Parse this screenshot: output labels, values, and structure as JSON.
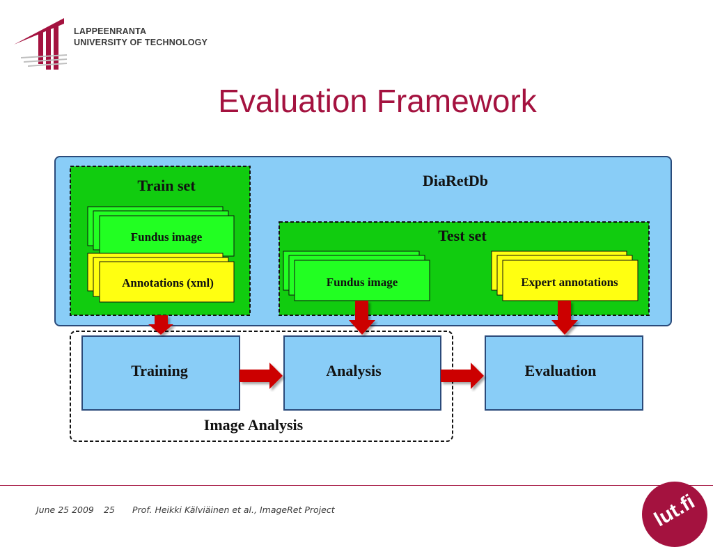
{
  "logo": {
    "line1": "LAPPEENRANTA",
    "line2": "UNIVERSITY OF TECHNOLOGY",
    "brand_color": "#a4123f"
  },
  "slide": {
    "title": "Evaluation Framework"
  },
  "diagram": {
    "database_label": "DiaRetDb",
    "train_set": {
      "title": "Train set",
      "fundus_label": "Fundus image",
      "annotations_label": "Annotations (xml)"
    },
    "test_set": {
      "title": "Test set",
      "fundus_label": "Fundus image",
      "expert_label": "Expert annotations"
    },
    "stages": {
      "training": "Training",
      "analysis": "Analysis",
      "evaluation": "Evaluation"
    },
    "image_analysis_label": "Image Analysis",
    "colors": {
      "database_bg": "#89cdf7",
      "set_bg": "#11cc0f",
      "fundus_bg": "#22ff22",
      "annotation_bg": "#ffff11",
      "stage_bg": "#89cdf7",
      "arrow": "#cc0000"
    }
  },
  "footer": {
    "date": "June 25 2009",
    "page": "25",
    "credit": "Prof. Heikki Kälviäinen et al.,  ImageRet Project",
    "badge": "lut.fi"
  }
}
